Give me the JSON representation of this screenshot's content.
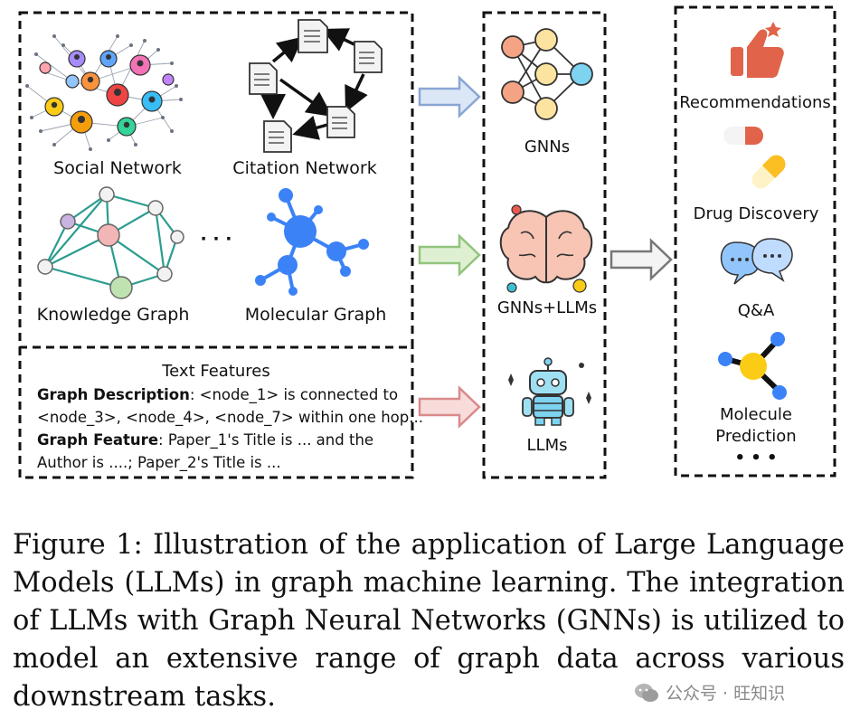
{
  "left_panel": {
    "social_network_label": "Social Network",
    "citation_network_label": "Citation Network",
    "knowledge_graph_label": "Knowledge Graph",
    "molecular_graph_label": "Molecular Graph",
    "ellipsis": "· · ·"
  },
  "text_features": {
    "title": "Text Features",
    "line1_bold": "Graph Description",
    "line1_rest": ": <node_1> is connected to",
    "line2": "<node_3>, <node_4>, <node_7> within one hop...",
    "line3_bold": "Graph Feature",
    "line3_rest": ": Paper_1's Title is ... and the",
    "line4": "Author is ....; Paper_2's Title is ..."
  },
  "models": {
    "gnns_label": "GNNs",
    "gnns_llms_label": "GNNs+LLMs",
    "llms_label": "LLMs"
  },
  "tasks": {
    "recommendations_label": "Recommendations",
    "drug_discovery_label": "Drug Discovery",
    "qa_label": "Q&A",
    "molecule_line1": "Molecule",
    "molecule_line2": "Prediction",
    "ellipsis": "• • •"
  },
  "colors": {
    "arrow_blue": "#9fb8dd",
    "arrow_green": "#a8cf8e",
    "arrow_red": "#e4a0a0",
    "arrow_gray": "#d0d0d0",
    "thumb_red": "#e0634a",
    "molecule_blue": "#3b82f6",
    "node_orange": "#f4a384",
    "node_yellow": "#fce3a0",
    "node_cyan": "#7dd3f0"
  },
  "caption": "Figure 1: Illustration of the application of Large Language Models (LLMs) in graph machine learning. The integration of LLMs with Graph Neural Networks (GNNs) is utilized to model an extensive range of graph data across various downstream tasks.",
  "watermark": "公众号 · 旺知识"
}
